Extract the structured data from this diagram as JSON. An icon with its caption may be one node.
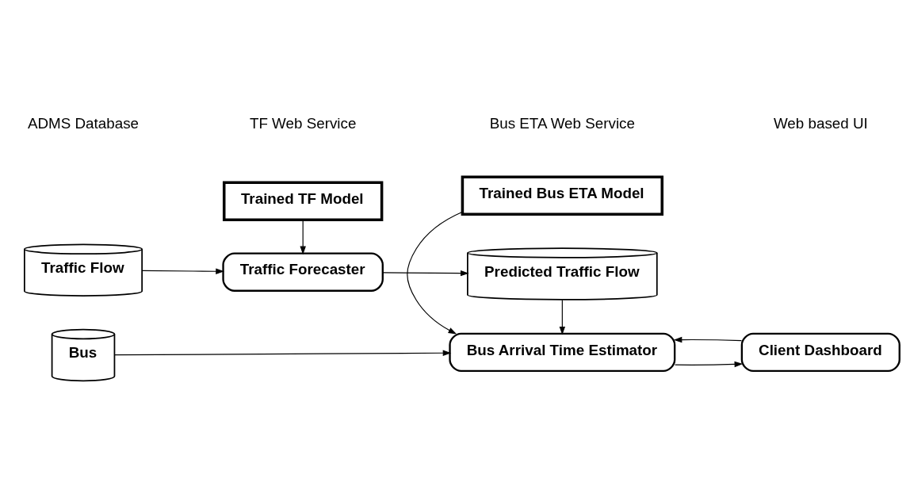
{
  "diagram": {
    "nodes": [
      {
        "text": [
          "Bus"
        ]
      },
      {
        "text": [
          "Traffic Flow"
        ]
      },
      {
        "text": [
          "Traffic Forecaster"
        ]
      },
      {
        "text": [
          "Trained TF Model"
        ]
      },
      {
        "text": [
          "Predicted Traffic Flow"
        ]
      },
      {
        "text": [
          "Bus Arrival Time Estimator"
        ]
      },
      {
        "text": [
          "Trained Bus ETA Model"
        ]
      },
      {
        "text": [
          "Client Dashboard"
        ]
      }
    ],
    "edges": [
      {
        "from": 0,
        "to": 5,
        "arrow": "to"
      },
      {
        "from": 1,
        "to": 2,
        "arrow": "to"
      },
      {
        "from": 3,
        "to": 2,
        "arrow": "to"
      },
      {
        "from": 2,
        "to": 4,
        "arrow": "to"
      },
      {
        "from": 4,
        "to": 5,
        "arrow": "to"
      },
      {
        "from": 6,
        "to": 5,
        "arrow": "to"
      },
      {
        "from": 5,
        "to": 7,
        "arrow": "to"
      },
      {
        "from": 7,
        "to": 5,
        "arrow": "to"
      }
    ],
    "labels": [
      "ADMS Database",
      "TF Web Service",
      "Bus ETA Web Service",
      "Web based UI"
    ]
  }
}
